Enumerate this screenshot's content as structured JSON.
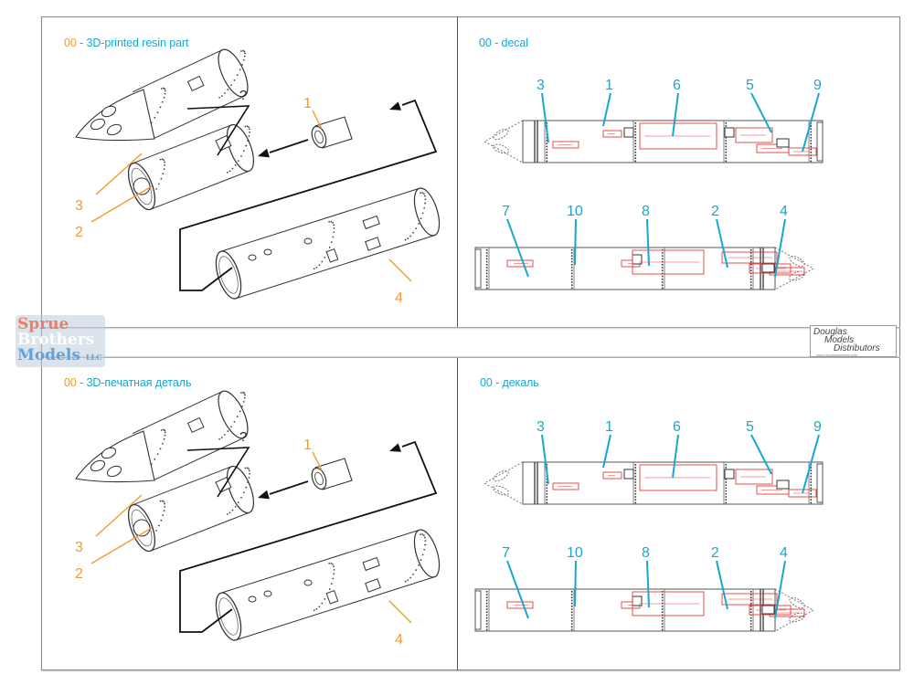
{
  "sheet": {
    "panels": [
      {
        "id": "top-left",
        "title_code": "00",
        "title_text": " - 3D-printed resin part",
        "labels": [
          "1",
          "2",
          "3",
          "4"
        ],
        "question_mark": "?"
      },
      {
        "id": "top-right",
        "title": "00 - decal",
        "upper_pod_labels": [
          "3",
          "1",
          "6",
          "5",
          "9"
        ],
        "lower_pod_labels": [
          "7",
          "10",
          "8",
          "2",
          "4"
        ]
      },
      {
        "id": "bottom-left",
        "title_code": "00",
        "title_text": " - 3D-печатная деталь",
        "labels": [
          "1",
          "2",
          "3",
          "4"
        ],
        "question_mark": "?"
      },
      {
        "id": "bottom-right",
        "title": "00 - декаль",
        "upper_pod_labels": [
          "3",
          "1",
          "6",
          "5",
          "9"
        ],
        "lower_pod_labels": [
          "7",
          "10",
          "8",
          "2",
          "4"
        ]
      }
    ]
  },
  "watermarks": {
    "left": {
      "line1": "Sprue",
      "line2": "Brothers",
      "line3": "Models",
      "suffix": "LLC"
    },
    "right": {
      "line1": "Douglas",
      "line2": "Models",
      "line3": "Distributors",
      "tagline": "www.douglasmodels.com"
    }
  },
  "colors": {
    "part_label": "#f39a2e",
    "decal_label": "#19a7d0",
    "decal_outline": "#e23b3b",
    "line_art": "#333333"
  }
}
